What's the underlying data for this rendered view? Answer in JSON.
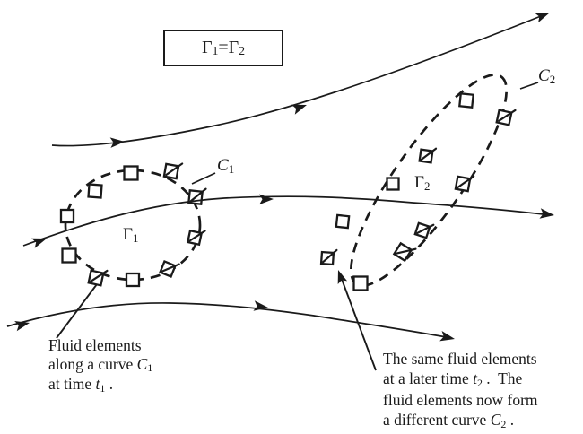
{
  "equation_box": {
    "parts": [
      {
        "t": "Γ"
      },
      {
        "t": "1",
        "s": "sub"
      },
      {
        "t": " = "
      },
      {
        "t": "Γ"
      },
      {
        "t": "2",
        "s": "sub"
      }
    ]
  },
  "curve_labels": {
    "gamma1": [
      {
        "t": "Γ"
      },
      {
        "t": "1",
        "s": "sub"
      }
    ],
    "gamma2": [
      {
        "t": "Γ"
      },
      {
        "t": "2",
        "s": "sub"
      }
    ],
    "c1": [
      {
        "t": "C",
        "s": "i"
      },
      {
        "t": "1",
        "s": "sub"
      }
    ],
    "c2": [
      {
        "t": "C",
        "s": "i"
      },
      {
        "t": "2",
        "s": "sub"
      }
    ]
  },
  "captions": {
    "left": {
      "lines": [
        [
          {
            "t": "Fluid elements"
          }
        ],
        [
          {
            "t": "along a curve "
          },
          {
            "t": "C",
            "s": "i"
          },
          {
            "t": "1",
            "s": "sub"
          }
        ],
        [
          {
            "t": "at time "
          },
          {
            "t": "t",
            "s": "i"
          },
          {
            "t": "1",
            "s": "sub"
          },
          {
            "t": " ."
          }
        ]
      ]
    },
    "right": {
      "lines": [
        [
          {
            "t": "The same fluid elements"
          }
        ],
        [
          {
            "t": "at a later time "
          },
          {
            "t": "t",
            "s": "i"
          },
          {
            "t": "2",
            "s": "sub"
          },
          {
            "t": " .  The"
          }
        ],
        [
          {
            "t": "fluid elements now form"
          }
        ],
        [
          {
            "t": "a different curve "
          },
          {
            "t": "C",
            "s": "i"
          },
          {
            "t": "2",
            "s": "sub"
          },
          {
            "t": " ."
          }
        ]
      ]
    }
  },
  "diagram": {
    "ink_color": "#1a1a1a",
    "background_color": "#ffffff",
    "c1_fluid_elements": [
      [
        146,
        193,
        15,
        0,
        0
      ],
      [
        191,
        191,
        14,
        10,
        1
      ],
      [
        106,
        213,
        14,
        4,
        0
      ],
      [
        75,
        241,
        14,
        0,
        0
      ],
      [
        77,
        285,
        15,
        0,
        0
      ],
      [
        107,
        310,
        14,
        12,
        1
      ],
      [
        148,
        312,
        14,
        0,
        0
      ],
      [
        187,
        300,
        13,
        22,
        1
      ],
      [
        217,
        265,
        13,
        12,
        1
      ],
      [
        218,
        220,
        14,
        6,
        1
      ]
    ],
    "c2_fluid_elements": [
      [
        520,
        112,
        14,
        6,
        0
      ],
      [
        562,
        131,
        14,
        12,
        1
      ],
      [
        475,
        174,
        13,
        8,
        1
      ],
      [
        438,
        205,
        13,
        0,
        0
      ],
      [
        516,
        205,
        14,
        10,
        1
      ],
      [
        382,
        247,
        13,
        6,
        0
      ],
      [
        471,
        257,
        13,
        18,
        1
      ],
      [
        449,
        281,
        14,
        32,
        1
      ],
      [
        365,
        288,
        13,
        4,
        1
      ],
      [
        402,
        316,
        15,
        0,
        0
      ]
    ]
  }
}
